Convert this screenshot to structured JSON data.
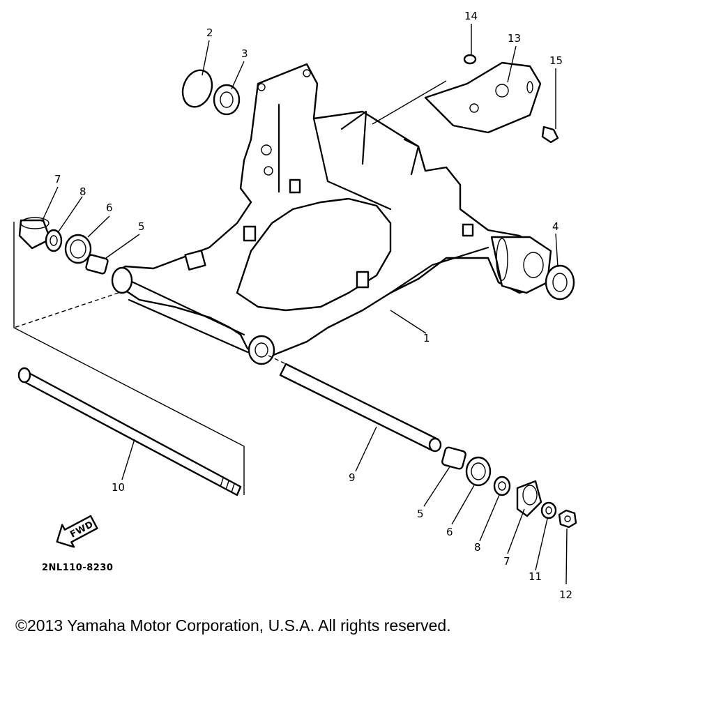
{
  "diagram": {
    "drawing_code": "2NL110-8230",
    "fwd_label": "FWD",
    "callouts": {
      "c1": "1",
      "c2": "2",
      "c3": "3",
      "c4": "4",
      "c5a": "5",
      "c5b": "5",
      "c6a": "6",
      "c6b": "6",
      "c7a": "7",
      "c7b": "7",
      "c8a": "8",
      "c8b": "8",
      "c9": "9",
      "c10": "10",
      "c11": "11",
      "c12": "12",
      "c13": "13",
      "c14": "14",
      "c15": "15"
    }
  },
  "footer": {
    "copyright": "©2013 Yamaha Motor Corporation, U.S.A. All rights reserved."
  }
}
